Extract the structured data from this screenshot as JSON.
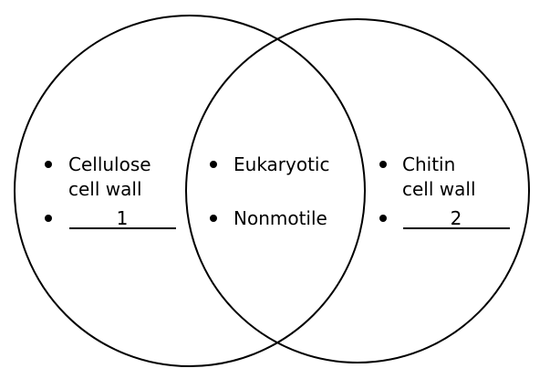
{
  "left_set": {
    "item_1_line_1": "Cellulose",
    "item_1_line_2": "cell wall",
    "blank_number": "1"
  },
  "intersection": {
    "item_1": "Eukaryotic",
    "item_2": "Nonmotile"
  },
  "right_set": {
    "item_1_line_1": "Chitin",
    "item_1_line_2": "cell wall",
    "blank_number": "2"
  }
}
